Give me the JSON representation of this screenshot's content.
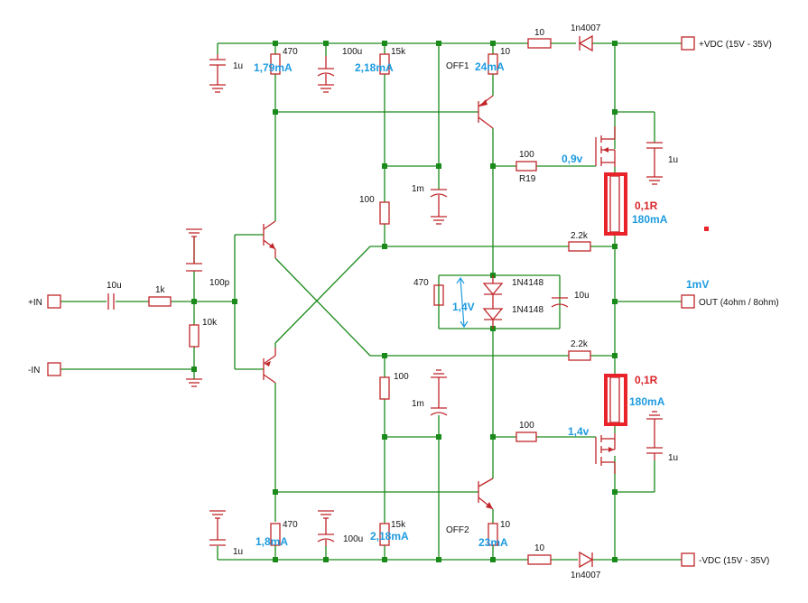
{
  "components": {
    "r_470_top": "470",
    "c_100u_top": "100u",
    "r_15k_top": "15k",
    "off1": "OFF1",
    "r_10_top_e": "10",
    "r_10_top_supply": "10",
    "d_1n4007_top": "1n4007",
    "vdc_pos": "+VDC (15V - 35V)",
    "c_1u_top_left": "1u",
    "c_1u_top_right": "1u",
    "r_100_r19": "100",
    "r19_label": "R19",
    "c_1m_top": "1m",
    "r_100_mid_top": "100",
    "r_2k2_top": "2.2k",
    "in_pos": "+IN",
    "c_10u_in": "10u",
    "r_1k_in": "1k",
    "c_100p": "100p",
    "r_10k": "10k",
    "in_neg": "-IN",
    "r_470_bias": "470",
    "d_1n4148_a": "1N4148",
    "d_1n4148_b": "1N4148",
    "c_10u_bias": "10u",
    "out_label": "OUT (4ohm / 8ohm)",
    "r_2k2_bot": "2.2k",
    "r_100_mid_bot": "100",
    "c_1m_bot": "1m",
    "r_100_gate_bot": "100",
    "c_1u_bot_right": "1u",
    "r_470_bot": "470",
    "c_100u_bot": "100u",
    "r_15k_bot": "15k",
    "off2": "OFF2",
    "r_10_bot_e": "10",
    "r_10_bot_supply": "10",
    "d_1n4007_bot": "1n4007",
    "vdc_neg": "-VDC (15V - 35V)",
    "c_1u_bot_left": "1u"
  },
  "annotations": {
    "i_470_top": "1,79mA",
    "i_15k_top": "2,18mA",
    "i_10_top": "24mA",
    "v_gate_top": "0,9v",
    "r_sense_top": "0,1R",
    "i_sense_top": "180mA",
    "v_bias": "1,4V",
    "v_out": "1mV",
    "r_sense_bot": "0,1R",
    "i_sense_bot": "180mA",
    "v_gate_bot": "1,4v",
    "i_470_bot": "1,8mA",
    "i_15k_bot": "2,18mA",
    "i_10_bot": "23mA"
  }
}
